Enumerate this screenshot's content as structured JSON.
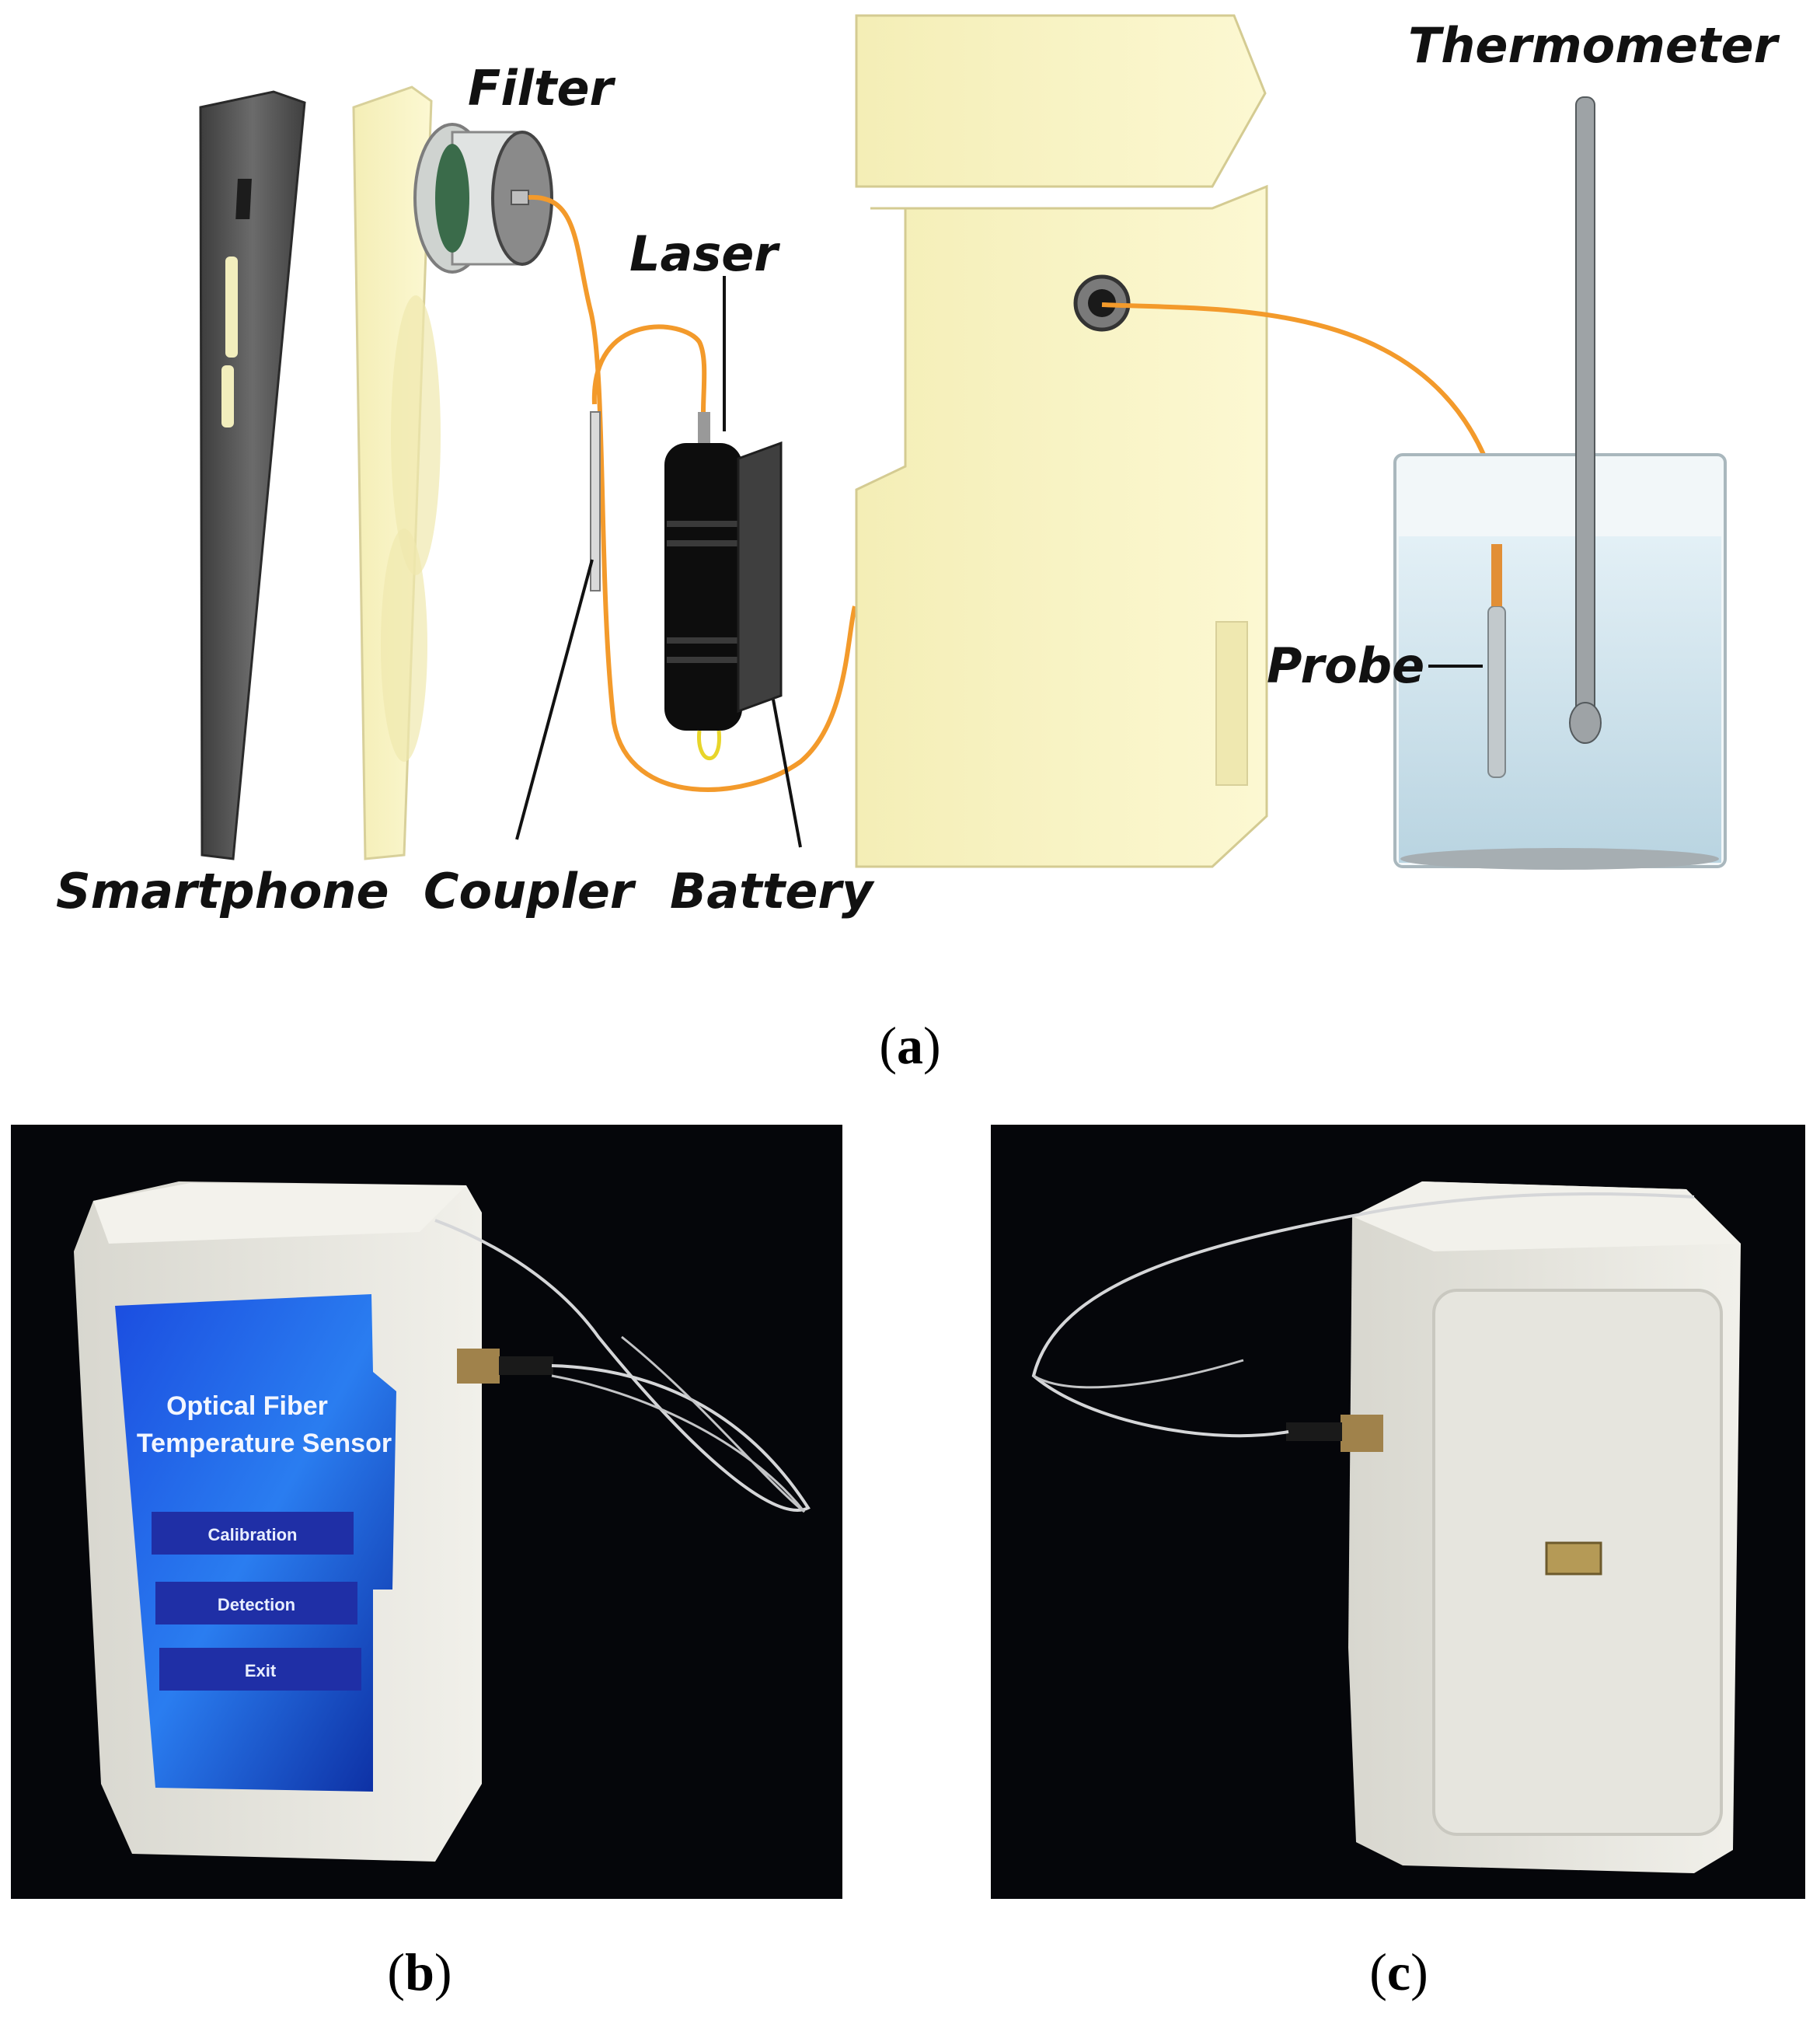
{
  "panel_a": {
    "labels": {
      "filter": "Filter",
      "laser": "Laser",
      "thermometer": "Thermometer",
      "probe": "Probe",
      "smartphone": "Smartphone",
      "coupler": "Coupler",
      "battery": "Battery"
    },
    "caption_letter": "a"
  },
  "panel_b": {
    "screen": {
      "title_line1": "Optical Fiber",
      "title_line2": "Temperature Sensor",
      "buttons": [
        "Calibration",
        "Detection",
        "Exit"
      ]
    },
    "caption_letter": "b"
  },
  "panel_c": {
    "caption_letter": "c"
  },
  "colors": {
    "housing": "#fbf6c9",
    "fiber": "#f39a2b",
    "photo_bg": "#05060a",
    "device_white": "#e9e8e1",
    "screen_blue": "#1a3fd6"
  }
}
